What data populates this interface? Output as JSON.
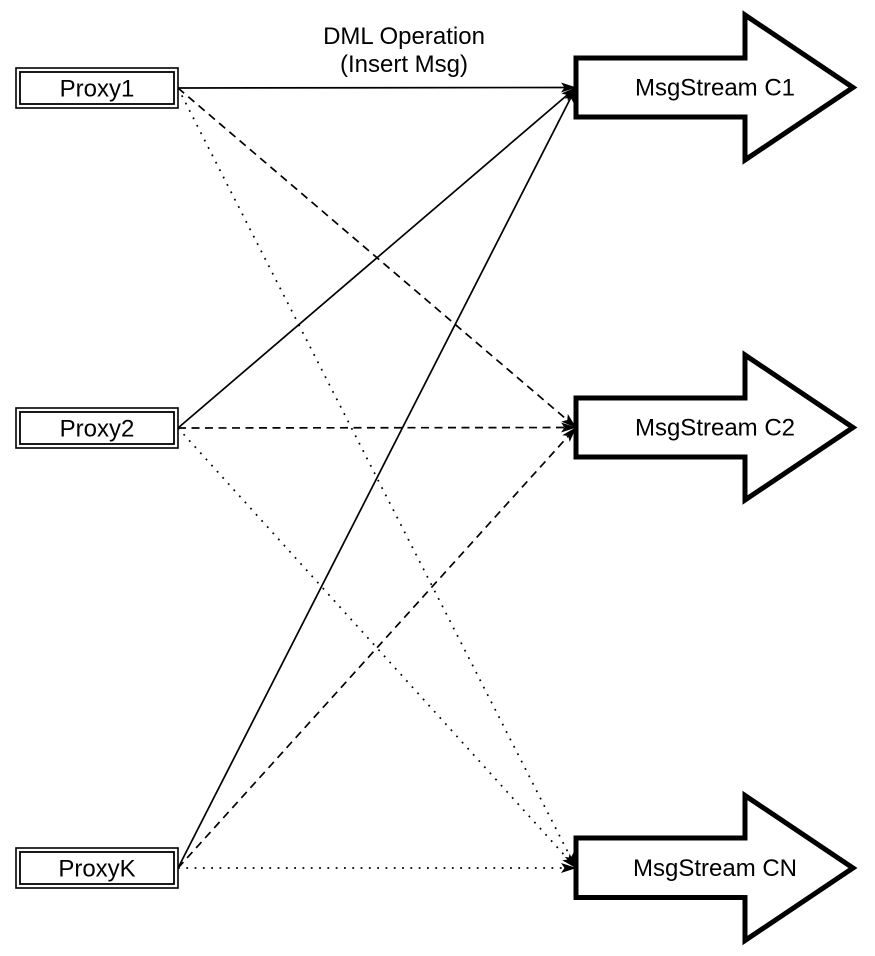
{
  "diagram": {
    "annotation": {
      "line1": "DML Operation",
      "line2": "(Insert Msg)"
    },
    "proxies": [
      {
        "id": "proxy1",
        "label": "Proxy1"
      },
      {
        "id": "proxy2",
        "label": "Proxy2"
      },
      {
        "id": "proxyk",
        "label": "ProxyK"
      }
    ],
    "streams": [
      {
        "id": "c1",
        "label": "MsgStream C1"
      },
      {
        "id": "c2",
        "label": "MsgStream C2"
      },
      {
        "id": "cn",
        "label": "MsgStream CN"
      }
    ],
    "connections": [
      {
        "from": "Proxy1",
        "to": "MsgStream C1",
        "line_style": "solid"
      },
      {
        "from": "Proxy1",
        "to": "MsgStream C2",
        "line_style": "dashed"
      },
      {
        "from": "Proxy1",
        "to": "MsgStream CN",
        "line_style": "dotted"
      },
      {
        "from": "Proxy2",
        "to": "MsgStream C1",
        "line_style": "solid"
      },
      {
        "from": "Proxy2",
        "to": "MsgStream C2",
        "line_style": "dashed"
      },
      {
        "from": "Proxy2",
        "to": "MsgStream CN",
        "line_style": "dotted"
      },
      {
        "from": "ProxyK",
        "to": "MsgStream C1",
        "line_style": "solid"
      },
      {
        "from": "ProxyK",
        "to": "MsgStream C2",
        "line_style": "dashed"
      },
      {
        "from": "ProxyK",
        "to": "MsgStream CN",
        "line_style": "dotted"
      }
    ],
    "colors": {
      "stroke": "#000000",
      "fill": "#ffffff",
      "background": "#ffffff"
    }
  }
}
